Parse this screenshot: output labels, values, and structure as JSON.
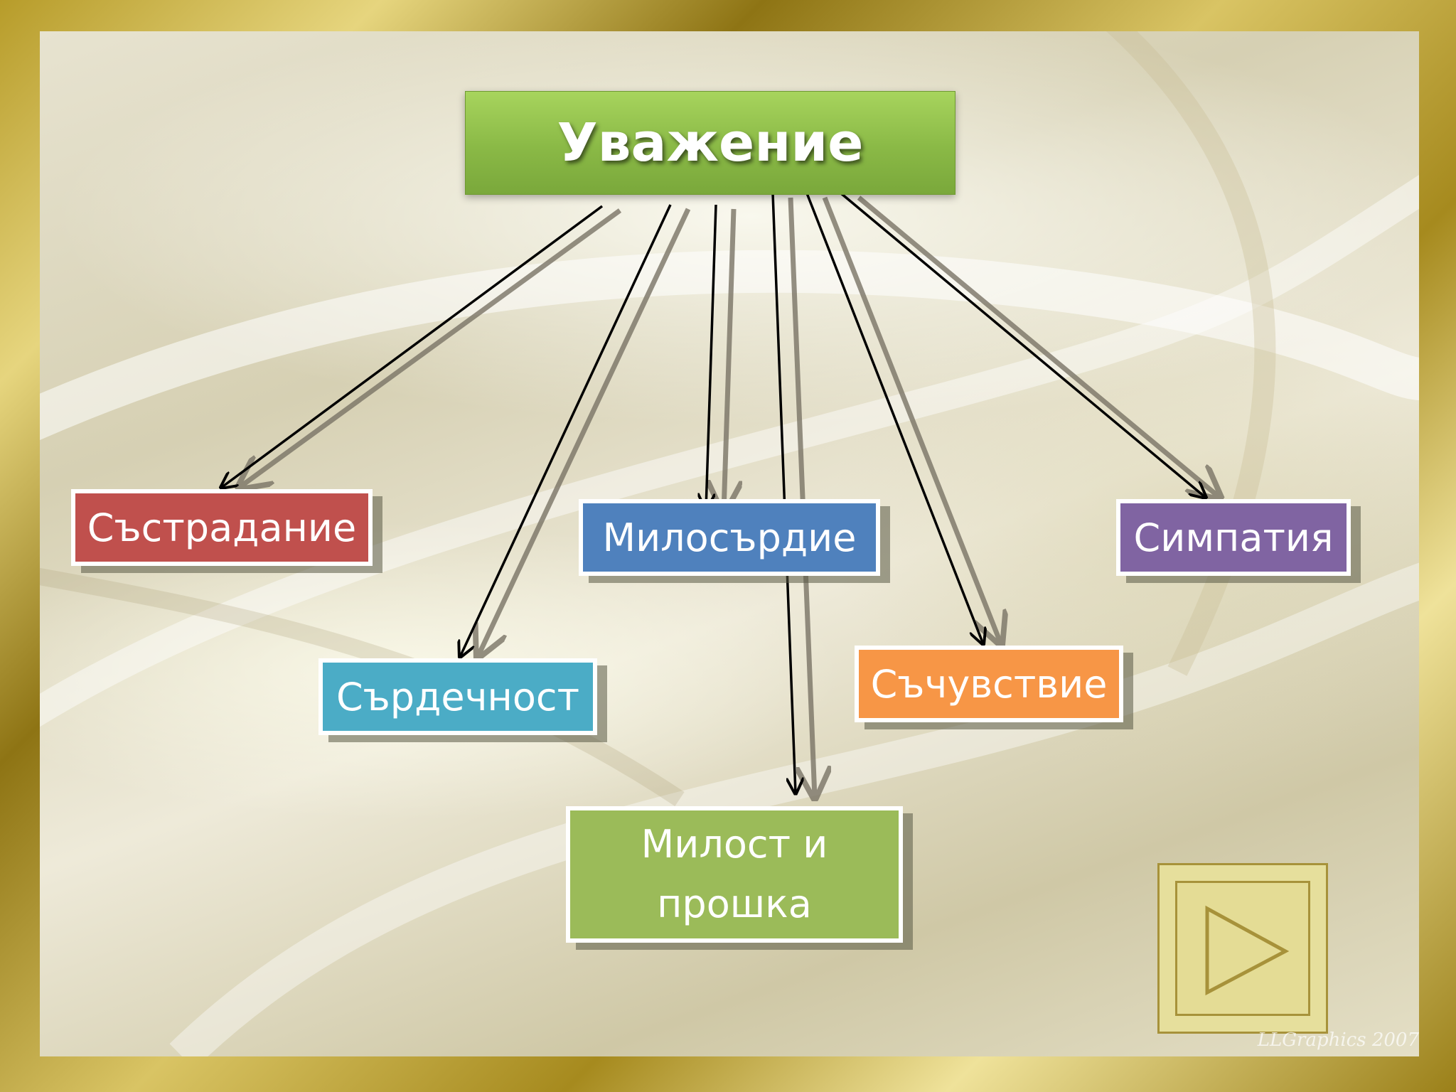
{
  "diagram": {
    "root": {
      "label": "Уважение",
      "color": "#8ab946"
    },
    "children": [
      {
        "id": "sastradanie",
        "label": "Състрадание",
        "color": "#c0504d"
      },
      {
        "id": "sardechnost",
        "label": "Сърдечност",
        "color": "#4bacc6"
      },
      {
        "id": "milosardie",
        "label": "Милосърдие",
        "color": "#4f81bd"
      },
      {
        "id": "milost",
        "label": "Милост и\nпрошка",
        "color": "#9bbb59"
      },
      {
        "id": "sachuvstvie",
        "label": "Съчувствие",
        "color": "#f79646"
      },
      {
        "id": "simpatia",
        "label": "Симпатия",
        "color": "#8064a2"
      }
    ]
  },
  "navigation": {
    "next_icon": "play-triangle-icon"
  },
  "watermark": "LLGraphics 2007"
}
